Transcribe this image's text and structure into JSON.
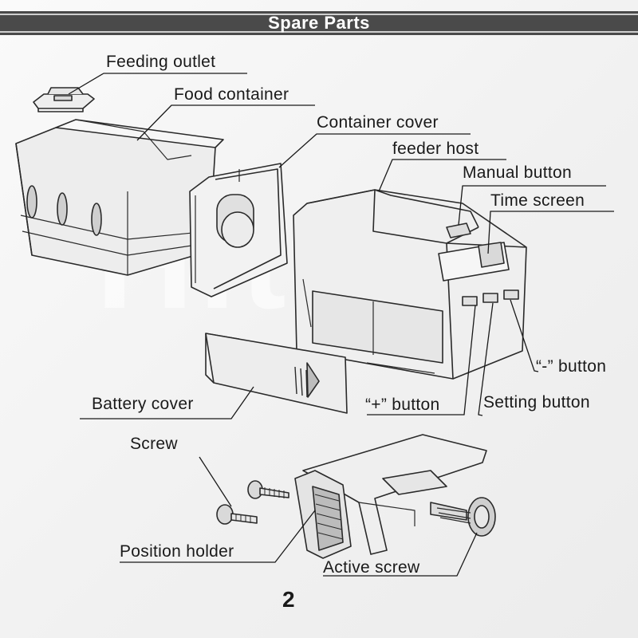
{
  "header": {
    "title": "Spare Parts"
  },
  "watermark": {
    "text": "Hitis"
  },
  "labels": {
    "feeding_outlet": "Feeding outlet",
    "food_container": "Food container",
    "container_cover": "Container cover",
    "feeder_host": "feeder host",
    "manual_button": "Manual button",
    "time_screen": "Time screen",
    "minus_button": "“-” button",
    "battery_cover": "Battery cover",
    "plus_button": "“+” button",
    "setting_button": "Setting button",
    "screw": "Screw",
    "position_holder": "Position holder",
    "active_screw": "Active screw"
  },
  "footer": {
    "page_number": "2"
  },
  "colors": {
    "header": "#4a4a4a",
    "ink": "#1a1a1a",
    "paper": "#f4f4f4"
  }
}
